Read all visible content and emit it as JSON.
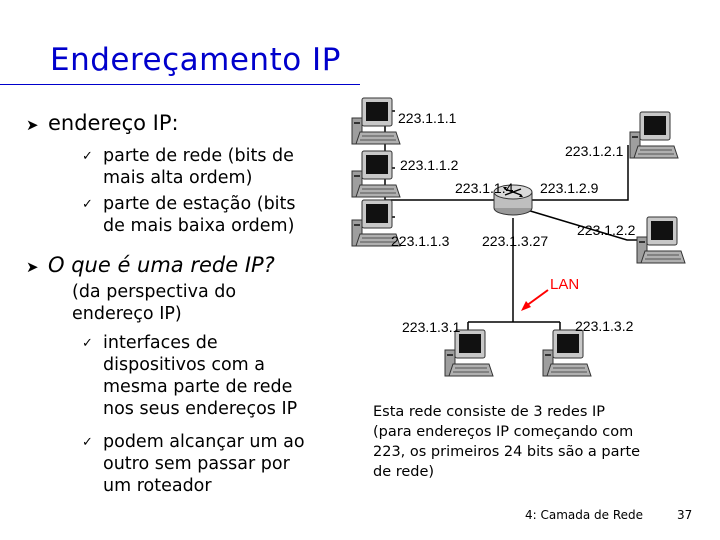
{
  "title": "Endereçamento IP",
  "left": {
    "bullet1": "endereço IP:",
    "sub1": [
      "parte de rede (bits de",
      "mais alta ordem)"
    ],
    "sub2": [
      "parte de estação (bits",
      "de mais baixa ordem)"
    ],
    "bullet2": "O que é uma rede IP?",
    "para": [
      "(da perspectiva do",
      "endereço IP)"
    ],
    "sub3": [
      "interfaces de",
      "dispositivos com a",
      "mesma parte de rede",
      "nos seus endereços IP"
    ],
    "sub4": [
      "podem alcançar um ao",
      "outro sem passar por",
      "um roteador"
    ]
  },
  "network": {
    "hosts": {
      "h1": "223.1.1.1",
      "h2": "223.1.1.2",
      "h3": "223.1.1.3",
      "h4": "223.1.2.1",
      "h5": "223.1.2.2",
      "h6": "223.1.3.1",
      "h7": "223.1.3.2"
    },
    "router": {
      "if1": "223.1.1.4",
      "if2": "223.1.2.9",
      "if3": "223.1.3.27"
    },
    "lan_label": "LAN",
    "colors": {
      "lan": "#ff0000",
      "router": "#bfbfbf"
    }
  },
  "note": [
    "Esta rede consiste de 3 redes IP",
    "(para endereços IP começando com",
    "223, os primeiros 24 bits são a parte",
    "de rede)"
  ],
  "footer": {
    "chapter": "4: Camada de Rede",
    "page": "37"
  }
}
